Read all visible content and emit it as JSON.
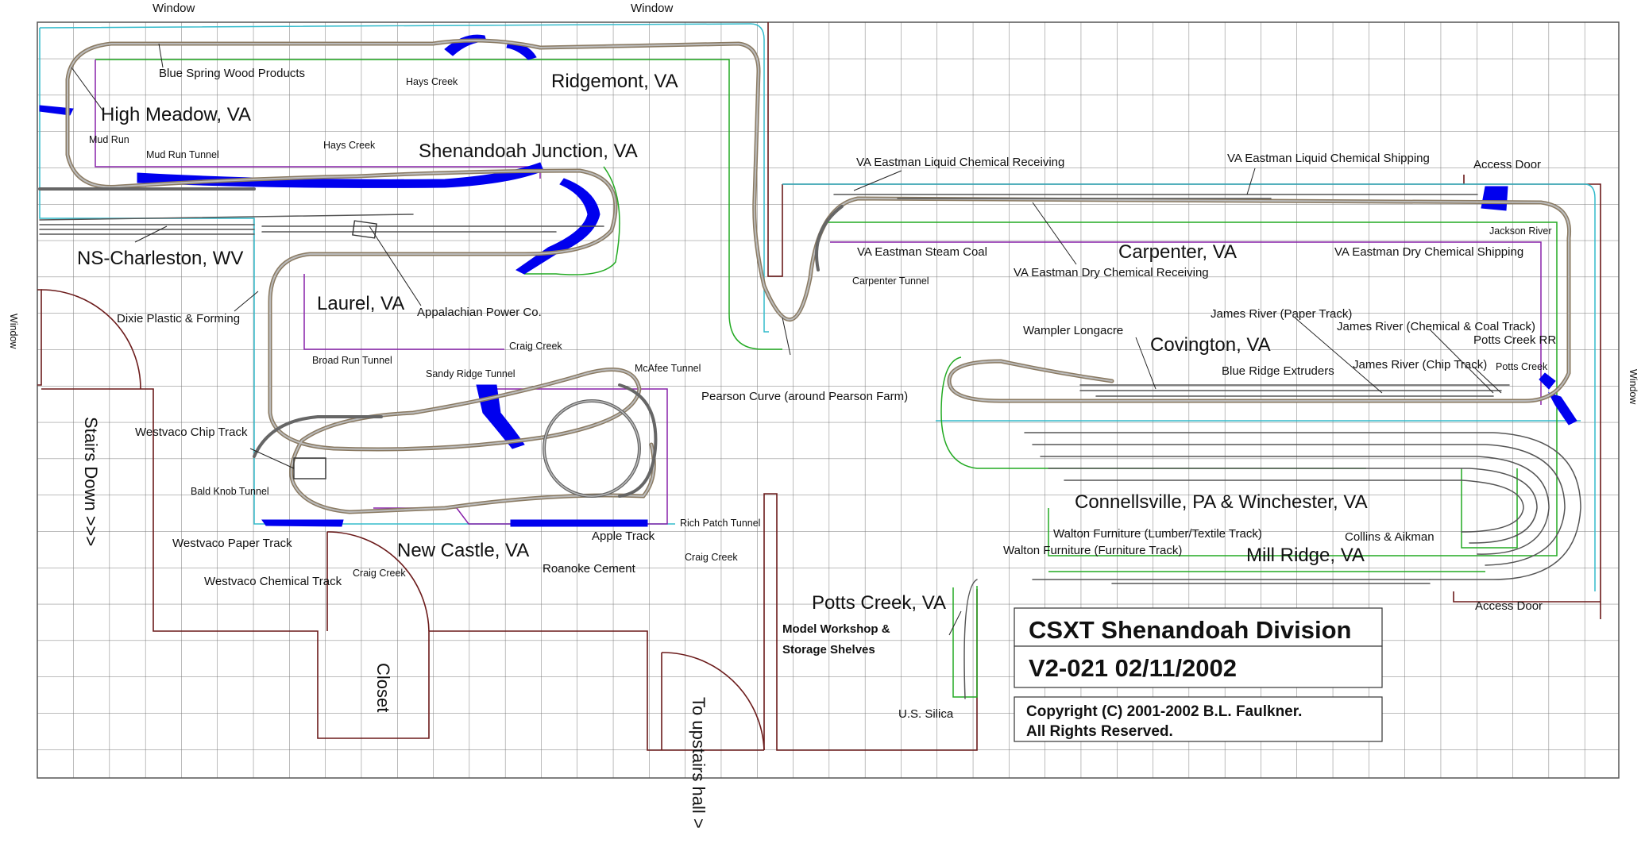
{
  "layout": {
    "title": "CSXT Shenandoah Division",
    "version": "V2-021 02/11/2002",
    "copyright_line1": "Copyright (C) 2001-2002 B.L. Faulkner.",
    "copyright_line2": "All Rights Reserved."
  },
  "colors": {
    "track_mainline": "#8a7a62",
    "water": "#0000ee",
    "wall": "#6b1a1a",
    "grid": "#7a7a7a",
    "benchwork_cyan": "#33bbcc",
    "benchwork_green": "#22aa22",
    "benchwork_purple": "#8822aa"
  },
  "room": {
    "window_top_left": "Window",
    "window_top_right": "Window",
    "window_left": "Window",
    "window_right": "Window",
    "stairs": "Stairs Down >>>",
    "closet": "Closet",
    "upstairs_hall": "To upstairs hall >",
    "access_door_top": "Access Door",
    "access_door_bottom": "Access Door",
    "workshop_line1": "Model Workshop &",
    "workshop_line2": "Storage Shelves"
  },
  "towns": {
    "high_meadow": "High Meadow, VA",
    "ridgemont": "Ridgemont, VA",
    "shenandoah_junction": "Shenandoah Junction, VA",
    "ns_charleston": "NS-Charleston, WV",
    "laurel": "Laurel, VA",
    "new_castle": "New Castle, VA",
    "carpenter": "Carpenter, VA",
    "covington": "Covington, VA",
    "connellsville": "Connellsville, PA & Winchester, VA",
    "mill_ridge": "Mill Ridge, VA",
    "potts_creek": "Potts Creek, VA"
  },
  "spots": {
    "blue_spring": "Blue Spring Wood Products",
    "dixie_plastic": "Dixie Plastic & Forming",
    "appalachian_power": "Appalachian Power Co.",
    "westvaco_chip": "Westvaco Chip Track",
    "westvaco_paper": "Westvaco Paper Track",
    "westvaco_chemical": "Westvaco Chemical Track",
    "roanoke_cement": "Roanoke Cement",
    "apple_track": "Apple Track",
    "pearson_curve": "Pearson Curve (around Pearson Farm)",
    "vae_liquid_receiving": "VA Eastman Liquid Chemical Receiving",
    "vae_liquid_shipping": "VA Eastman Liquid Chemical Shipping",
    "vae_steam_coal": "VA Eastman Steam Coal",
    "vae_dry_receiving": "VA Eastman Dry Chemical Receiving",
    "vae_dry_shipping": "VA Eastman Dry Chemical Shipping",
    "wampler": "Wampler Longacre",
    "james_paper": "James River (Paper Track)",
    "james_chem_coal": "James River (Chemical & Coal Track)",
    "james_chip": "James River (Chip Track)",
    "potts_creek_rr": "Potts Creek RR",
    "blue_ridge": "Blue Ridge Extruders",
    "walton_lumber": "Walton Furniture (Lumber/Textile Track)",
    "walton_furniture": "Walton Furniture (Furniture Track)",
    "collins": "Collins & Aikman",
    "us_silica": "U.S. Silica"
  },
  "small_labels": {
    "hays_creek_top": "Hays Creek",
    "mud_run": "Mud Run",
    "mud_run_tunnel": "Mud Run Tunnel",
    "hays_creek_mid": "Hays Creek",
    "broad_run_tunnel": "Broad Run Tunnel",
    "craig_creek_1": "Craig Creek",
    "sandy_ridge_tunnel": "Sandy Ridge Tunnel",
    "mcafee_tunnel": "McAfee Tunnel",
    "bald_knob_tunnel": "Bald Knob Tunnel",
    "rich_patch_tunnel": "Rich Patch Tunnel",
    "craig_creek_2": "Craig Creek",
    "craig_creek_3": "Craig Creek",
    "carpenter_tunnel": "Carpenter Tunnel",
    "jackson_river": "Jackson River",
    "potts_creek_small": "Potts Creek"
  }
}
